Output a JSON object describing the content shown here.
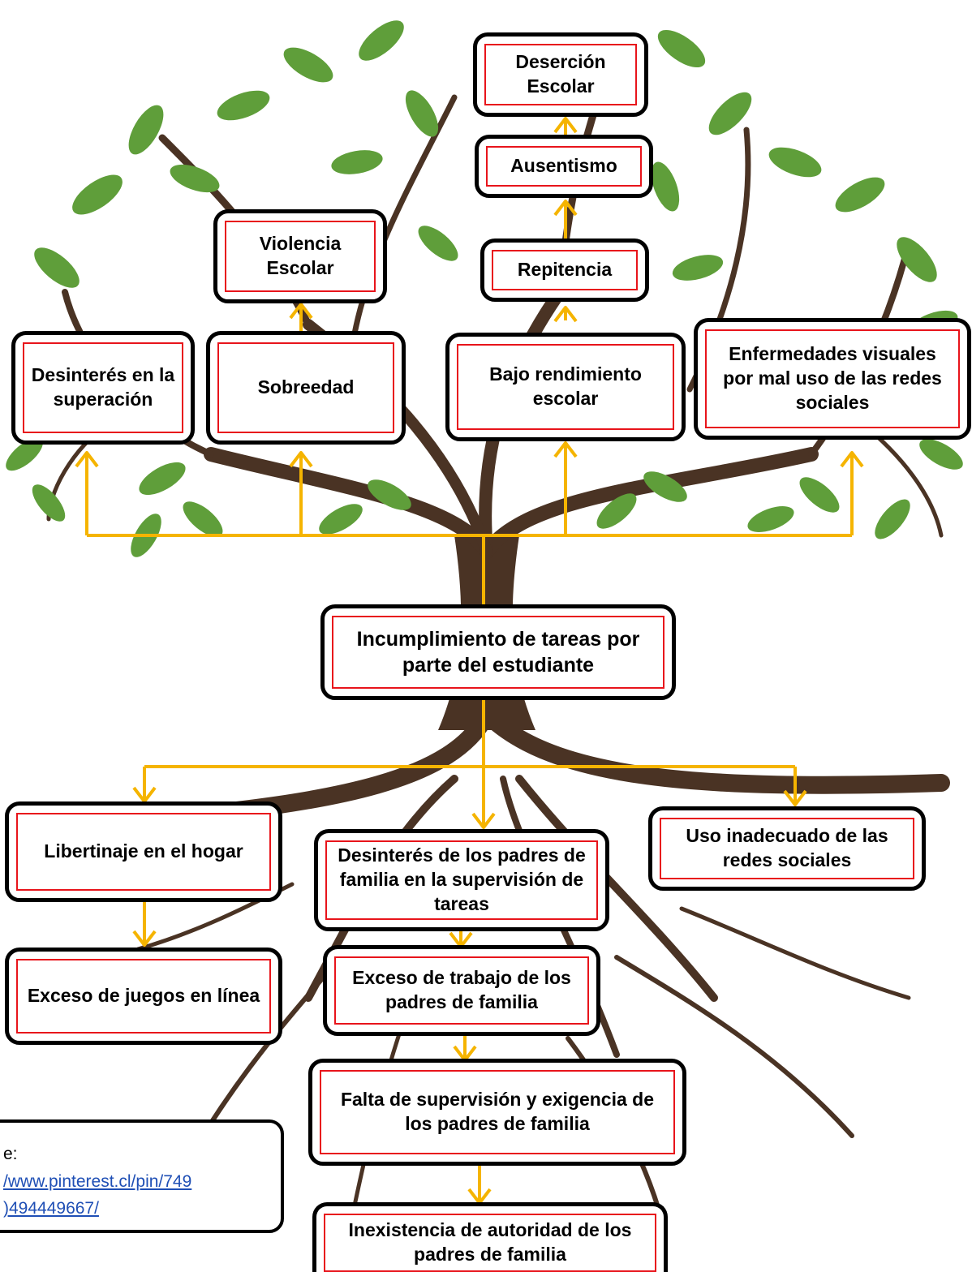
{
  "colors": {
    "connector": "#f5b400",
    "box_border": "#000000",
    "inner_border": "#e8141b",
    "leaf": "#5f9e3a",
    "trunk": "#4a3324"
  },
  "effects": {
    "desercion": "Deserción Escolar",
    "ausentismo": "Ausentismo",
    "repitencia": "Repitencia",
    "violencia": "Violencia Escolar",
    "desinteres_superacion": "Desinterés en la superación",
    "sobreedad": "Sobreedad",
    "bajo_rendimiento": "Bajo rendimiento escolar",
    "enfermedades": "Enfermedades visuales por mal uso de las redes sociales"
  },
  "problem": "Incumplimiento de tareas por parte del estudiante",
  "causes": {
    "libertinaje": "Libertinaje en el hogar",
    "desinteres_padres": "Desinterés de los padres de familia en la supervisión de tareas",
    "uso_redes": "Uso inadecuado de las redes sociales",
    "juegos": "Exceso de juegos en línea",
    "trabajo": "Exceso de trabajo de los padres de familia",
    "falta_supervision": "Falta de supervisión y exigencia de los padres de familia",
    "autoridad": "Inexistencia de autoridad de los padres de familia"
  },
  "source": {
    "label": "e:",
    "link": "/www.pinterest.cl/pin/749\n)494449667/"
  }
}
